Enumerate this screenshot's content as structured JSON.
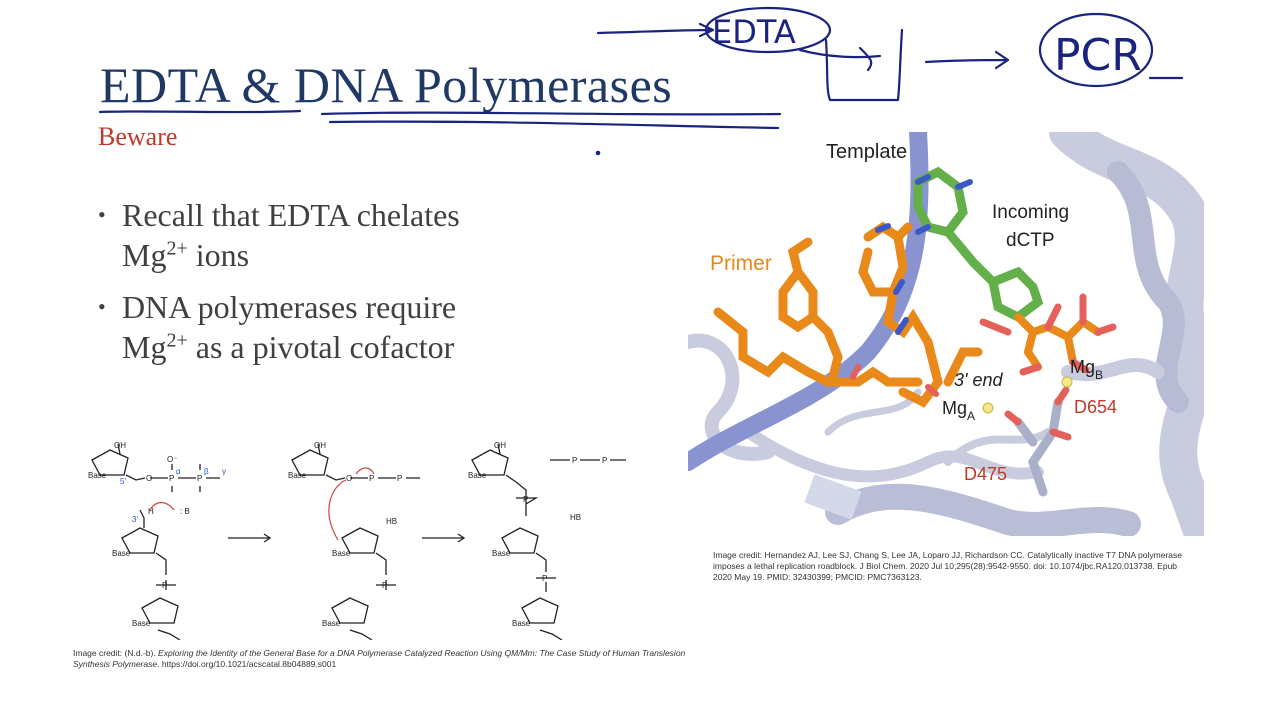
{
  "slide": {
    "title": "EDTA & DNA Polymerases",
    "subtitle": "Beware",
    "bullets": [
      {
        "before": "Recall that EDTA chelates",
        "line2": "Mg",
        "sup": "2+",
        "after": " ions"
      },
      {
        "before": "DNA polymerases require",
        "line2": "Mg",
        "sup": "2+",
        "after": " as a pivotal cofactor"
      }
    ],
    "bullet_char": "•"
  },
  "annotations": {
    "ink_words": [
      "EDTA",
      "PCR"
    ],
    "ink_color": "#1a237e"
  },
  "protein_figure": {
    "labels": {
      "template": "Template",
      "incoming": "Incoming",
      "dctp": "dCTP",
      "primer": "Primer",
      "three_end": "3' end",
      "mgb": "Mg",
      "mgb_sub": "B",
      "mga": "Mg",
      "mga_sub": "A",
      "d654": "D654",
      "d475": "D475"
    },
    "colors": {
      "primer": "#e8891a",
      "dctp": "#63b04a",
      "template_strand": "#8893d0",
      "protein": "#c9ccdf",
      "residue_label": "#c0392b",
      "magnesium": "#f4e68a"
    },
    "credit": "Image credit: Hernandez AJ, Lee SJ, Chang S, Lee JA, Loparo JJ, Richardson CC. Catalytically inactive T7 DNA polymerase imposes a lethal replication roadblock. J Biol Chem. 2020 Jul 10;295(28):9542-9550. doi: 10.1074/jbc.RA120.013738. Epub 2020 May 19. PMID: 32430399; PMCID: PMC7363123."
  },
  "mechanism_figure": {
    "labels": {
      "oh": "OH",
      "base": "Base",
      "five_prime": "5'",
      "three_prime": "3'",
      "o": "O",
      "p": "P",
      "o_minus": "O⁻",
      "h": "H",
      "b": ": B",
      "hb": "HB",
      "alpha": "α",
      "beta": "β",
      "gamma": "γ"
    },
    "credit_prefix": "Image credit: (N.d.-b). ",
    "credit_title": "Exploring the Identity of the General Base for a DNA Polymerase Catalyzed Reaction Using QM/Mm: The Case Study of Human Translesion Synthesis Polymerase",
    "credit_suffix": ". https://doi.org/10.1021/acscatal.8b04889.s001"
  }
}
